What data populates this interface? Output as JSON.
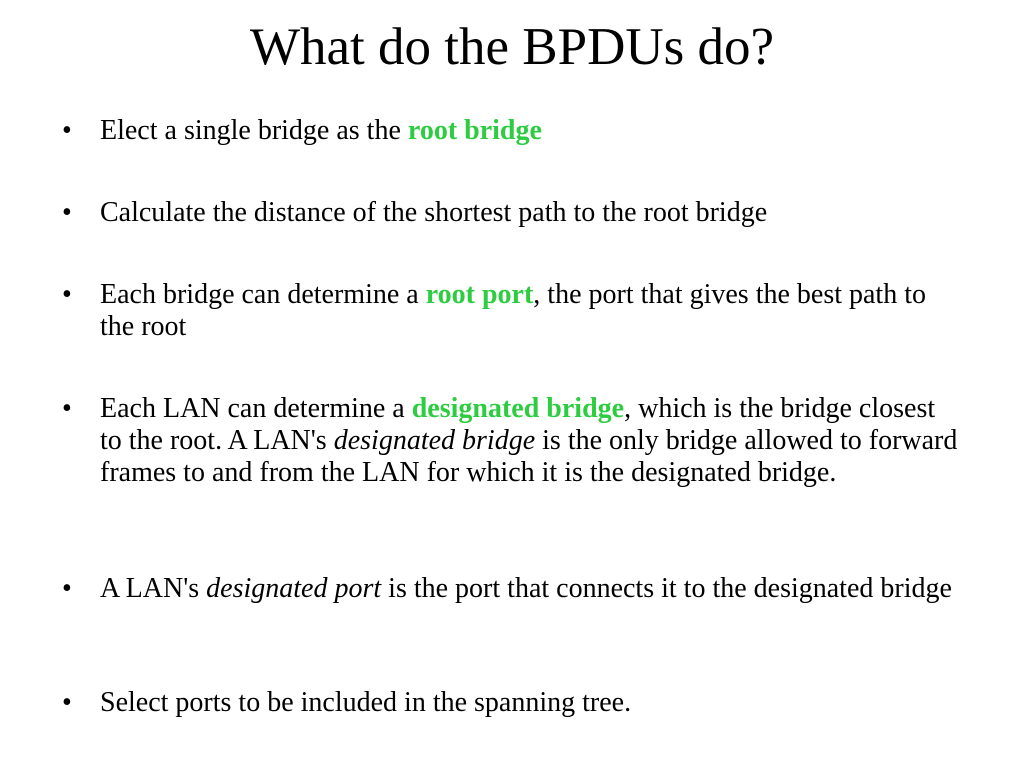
{
  "title": "What do the BPDUs do?",
  "colors": {
    "highlight": "#2ecc40",
    "text": "#000000",
    "background": "#ffffff"
  },
  "bullets": [
    {
      "t1": "Elect a single bridge as the ",
      "term": "root bridge"
    },
    {
      "t1": "Calculate the distance of the shortest path to the root bridge"
    },
    {
      "t1": "Each bridge can determine a ",
      "term": "root port",
      "t2": ", the port that gives the best path to the root"
    },
    {
      "t1": "Each LAN can determine a ",
      "term": "designated bridge",
      "t2": ", which is the bridge closest to the root.  A LAN's ",
      "em": "designated bridge",
      "t3": " is the only bridge allowed to forward frames to and from the LAN for which it is the designated bridge."
    },
    {
      "t1": "A LAN's ",
      "em": "designated port",
      "t2": " is the port that connects it to the designated bridge"
    },
    {
      "t1": "Select ports to be included in the spanning tree."
    }
  ]
}
